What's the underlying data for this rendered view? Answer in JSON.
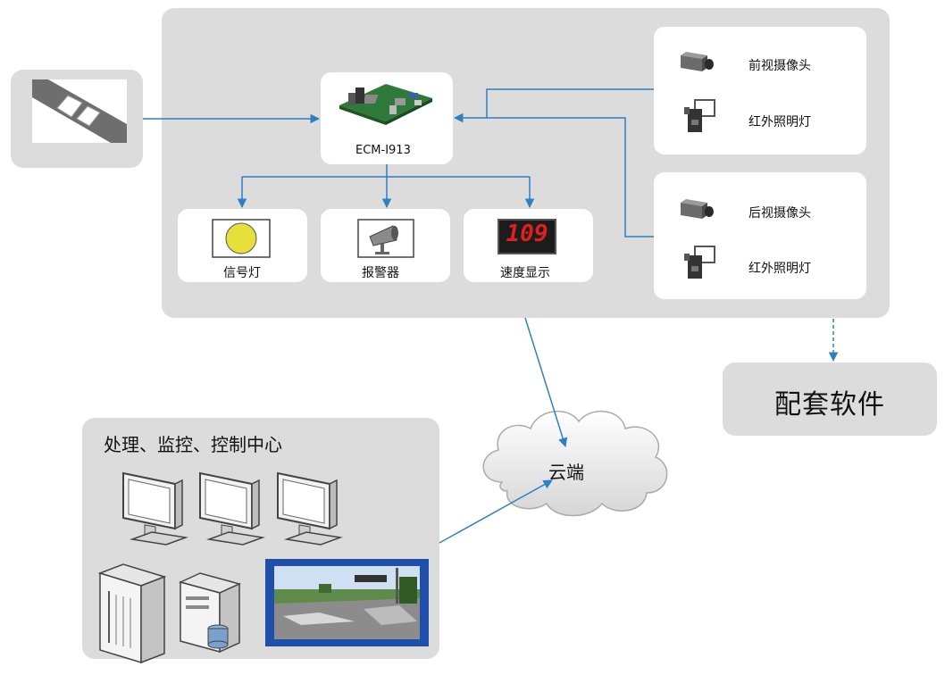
{
  "controller": {
    "label": "ECM-I913"
  },
  "front_group": {
    "camera": "前视摄像头",
    "light": "红外照明灯"
  },
  "rear_group": {
    "camera": "后视摄像头",
    "light": "红外照明灯"
  },
  "outputs": {
    "signal_light": "信号灯",
    "alarm": "报警器",
    "speed_display": "速度显示",
    "speed_value": "109"
  },
  "software": {
    "label": "配套软件"
  },
  "cloud": {
    "label": "云端"
  },
  "center": {
    "title": "处理、监控、控制中心"
  },
  "colors": {
    "panel": "#dcdcdc",
    "arrow": "#2f7fc1",
    "display_digits": "#e02020"
  }
}
